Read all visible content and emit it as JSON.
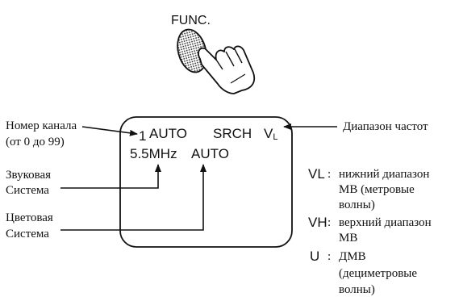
{
  "button": {
    "label": "FUNC."
  },
  "screen": {
    "channel_number": "1",
    "mode": "AUTO",
    "search": "SRCH",
    "band_main": "V",
    "band_sub": "L",
    "sound_system": "5.5MHz",
    "color_system": "AUTO"
  },
  "labels": {
    "channel_line1": "Номер канала",
    "channel_line2": "(от 0 до 99)",
    "sound_line1": "Звуковая",
    "sound_line2": "Система",
    "color_line1": "Цветовая",
    "color_line2": "Система",
    "band": "Диапазон частот"
  },
  "legend": [
    {
      "code": "VL",
      "sep": ":",
      "lines": [
        "нижний диапазон",
        "МВ (метровые",
        "волны)"
      ]
    },
    {
      "code": "VH",
      "sep": ":",
      "lines": [
        "верхний диапазон",
        "МВ"
      ]
    },
    {
      "code": "U",
      "sep": ":",
      "lines": [
        "ДМВ",
        "(дециметровые",
        "волны)"
      ]
    }
  ],
  "icons": {
    "button": "func-button-icon",
    "hand": "pressing-hand-icon"
  }
}
